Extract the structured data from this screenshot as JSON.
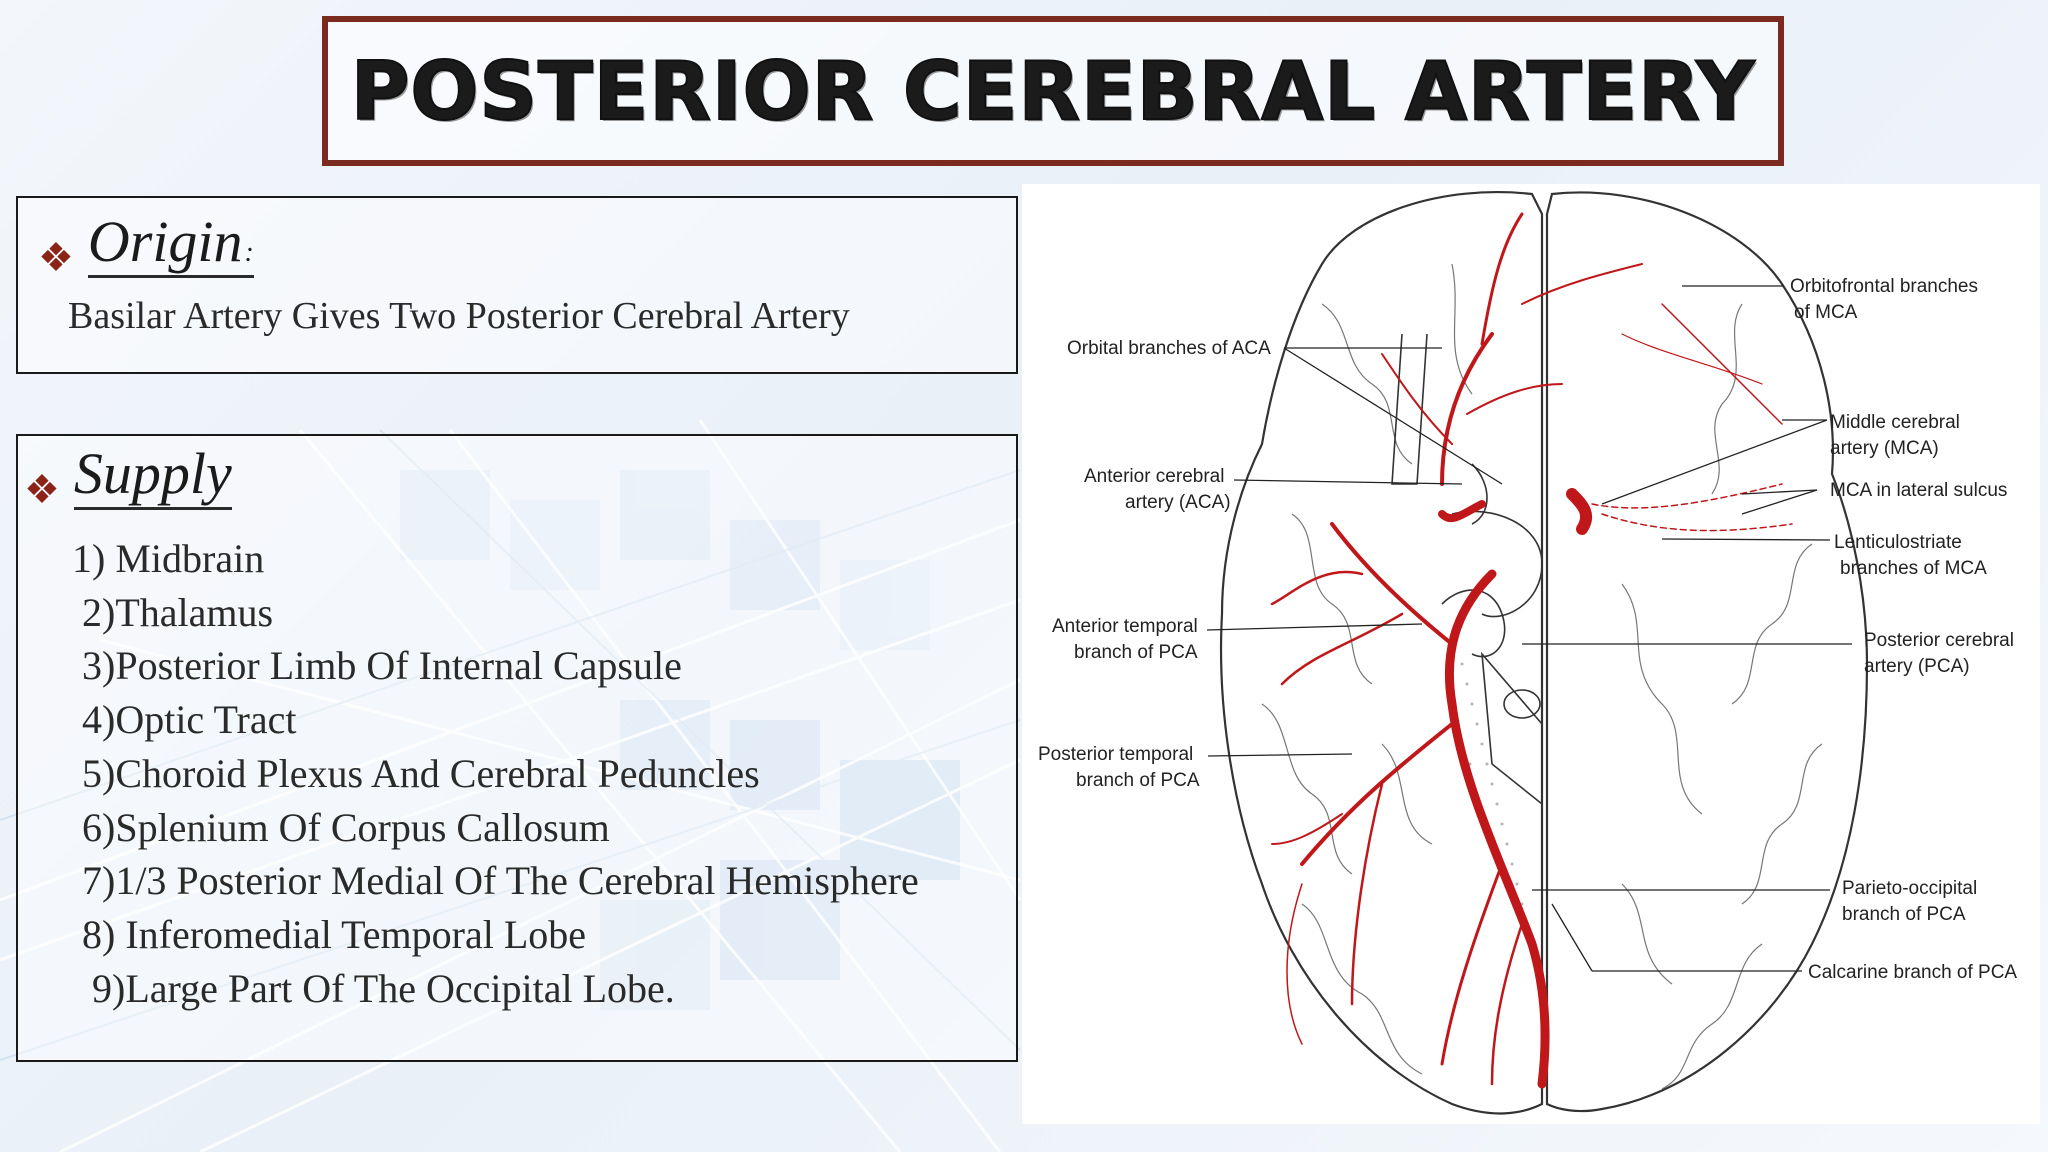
{
  "slide": {
    "title": "POSTERIOR CEREBRAL ARTERY"
  },
  "origin": {
    "heading": "Origin",
    "colon": ":",
    "description": "Basilar Artery Gives Two Posterior Cerebral Artery"
  },
  "supply": {
    "heading": "Supply",
    "items": [
      "1) Midbrain",
      " 2)Thalamus",
      " 3)Posterior Limb Of Internal Capsule",
      " 4)Optic Tract",
      " 5)Choroid Plexus And Cerebral Peduncles",
      " 6)Splenium Of Corpus Callosum",
      " 7)1/3 Posterior Medial Of The Cerebral Hemisphere",
      " 8) Inferomedial Temporal Lobe",
      "  9)Large Part Of The Occipital Lobe."
    ]
  },
  "diagram": {
    "labels": {
      "orbitofrontal_1": "Orbitofrontal branches",
      "orbitofrontal_2": "of MCA",
      "orbital_aca": "Orbital branches of ACA",
      "mca_1": "Middle cerebral",
      "mca_2": "artery (MCA)",
      "mca_sulcus": "MCA in lateral sulcus",
      "aca_1": "Anterior cerebral",
      "aca_2": "artery (ACA)",
      "lenticulo_1": "Lenticulostriate",
      "lenticulo_2": "branches of MCA",
      "ant_temporal_1": "Anterior temporal",
      "ant_temporal_2": "branch of PCA",
      "pca_1": "Posterior cerebral",
      "pca_2": "artery (PCA)",
      "post_temporal_1": "Posterior temporal",
      "post_temporal_2": "branch of PCA",
      "parieto_1": "Parieto-occipital",
      "parieto_2": "branch of PCA",
      "calcarine": "Calcarine branch of PCA"
    }
  },
  "colors": {
    "title_border": "#7a2a1e",
    "bullet": "#8b2316",
    "artery": "#c0171a"
  }
}
